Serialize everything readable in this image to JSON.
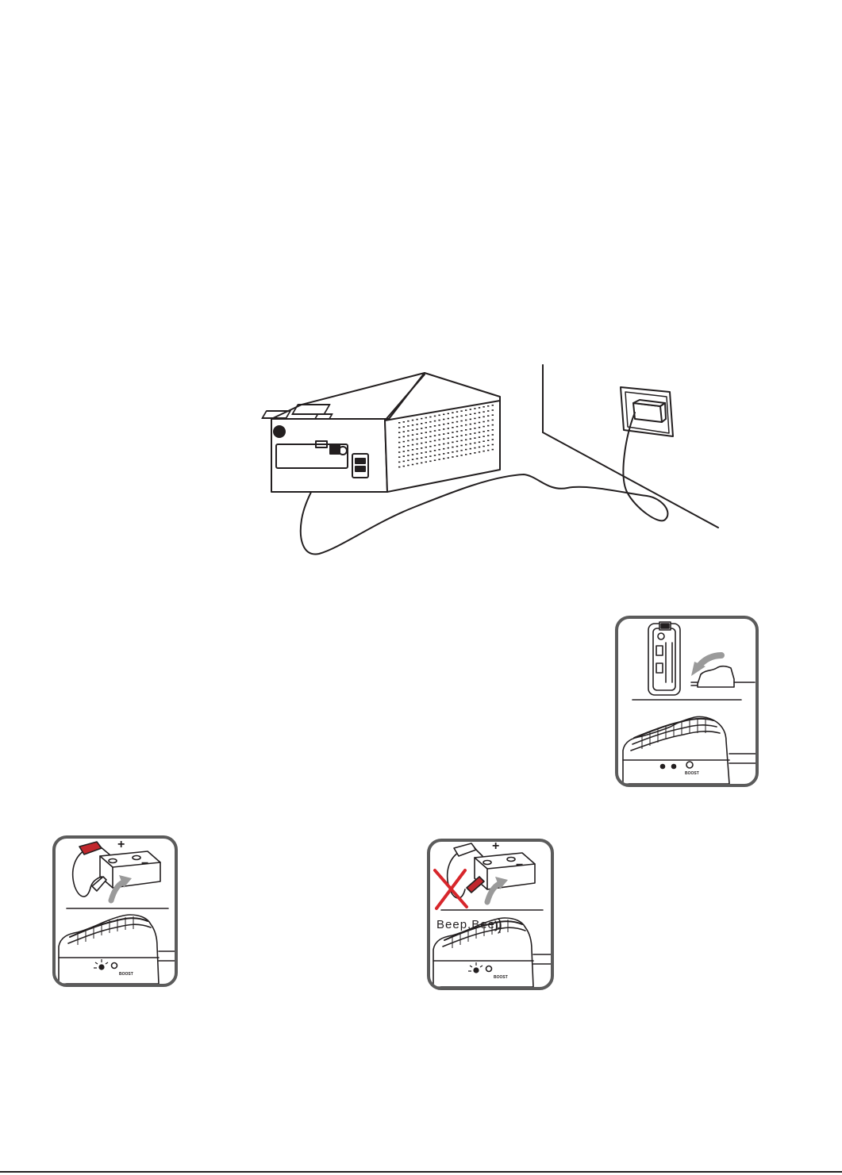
{
  "figures": {
    "top_illustration": {
      "icon": "jump-starter-charging-from-wall-outlet"
    },
    "boost_panel": {
      "icon": "clamp-cable-plugged-into-jump-starter",
      "label_boost": "BOOST"
    },
    "correct_connection_panel": {
      "icon": "clamps-connected-to-battery-correct",
      "label_boost": "BOOST",
      "plus_sign": "+",
      "minus_sign": "−"
    },
    "reverse_connection_panel": {
      "icon": "clamps-connected-to-battery-reversed",
      "label_boost": "BOOST",
      "plus_sign": "+",
      "minus_sign": "−",
      "warning_text": "Beep,Beep"
    }
  },
  "colors": {
    "line": "#231f20",
    "frame": "#5b5b5b",
    "red_clamp": "#c1272d",
    "arrow_gray": "#9a9a9a",
    "cross_red": "#d7262b"
  }
}
